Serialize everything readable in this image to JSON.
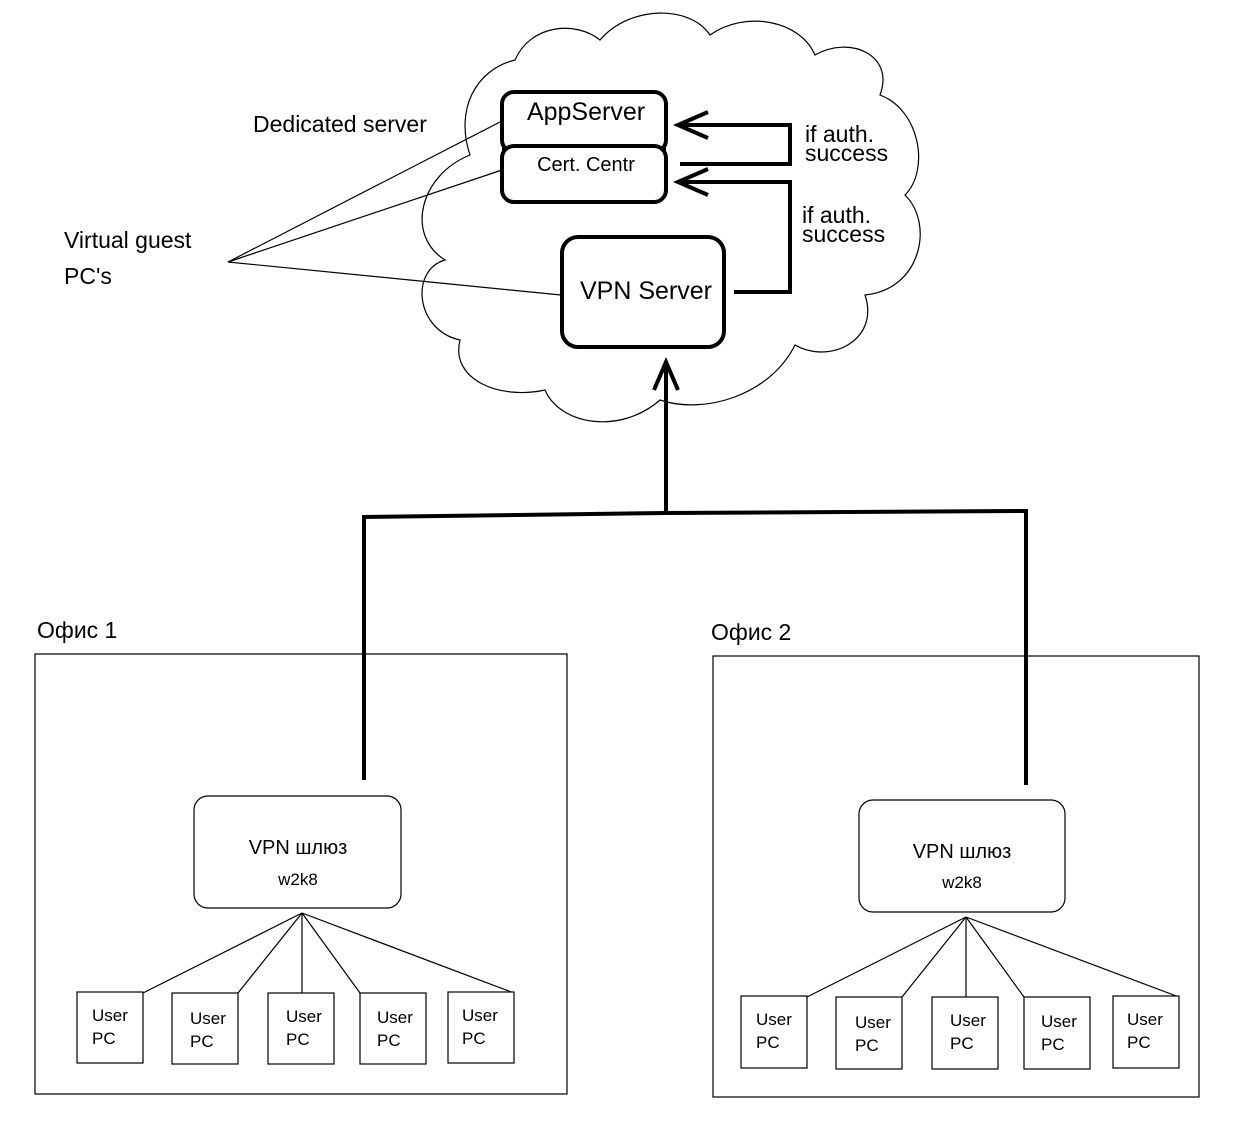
{
  "cloud": {
    "dedicated_label": "Dedicated server",
    "virtual_label_line1": "Virtual guest",
    "virtual_label_line2": "PC's",
    "appserver_label": "AppServer",
    "cert_label": "Cert. Centr",
    "vpn_server_label": "VPN Server",
    "auth_top_line1": "if auth.",
    "auth_top_line2": "success",
    "auth_bottom_line1": "if auth.",
    "auth_bottom_line2": "success"
  },
  "offices": [
    {
      "title": "Офис 1",
      "gateway_label": "VPN шлюз",
      "gateway_os": "w2k8",
      "pcs": [
        {
          "line1": "User",
          "line2": "PC"
        },
        {
          "line1": "User",
          "line2": "PC"
        },
        {
          "line1": "User",
          "line2": "PC"
        },
        {
          "line1": "User",
          "line2": "PC"
        },
        {
          "line1": "User",
          "line2": "PC"
        }
      ]
    },
    {
      "title": "Офис 2",
      "gateway_label": "VPN шлюз",
      "gateway_os": "w2k8",
      "pcs": [
        {
          "line1": "User",
          "line2": "PC"
        },
        {
          "line1": "User",
          "line2": "PC"
        },
        {
          "line1": "User",
          "line2": "PC"
        },
        {
          "line1": "User",
          "line2": "PC"
        },
        {
          "line1": "User",
          "line2": "PC"
        }
      ]
    }
  ]
}
